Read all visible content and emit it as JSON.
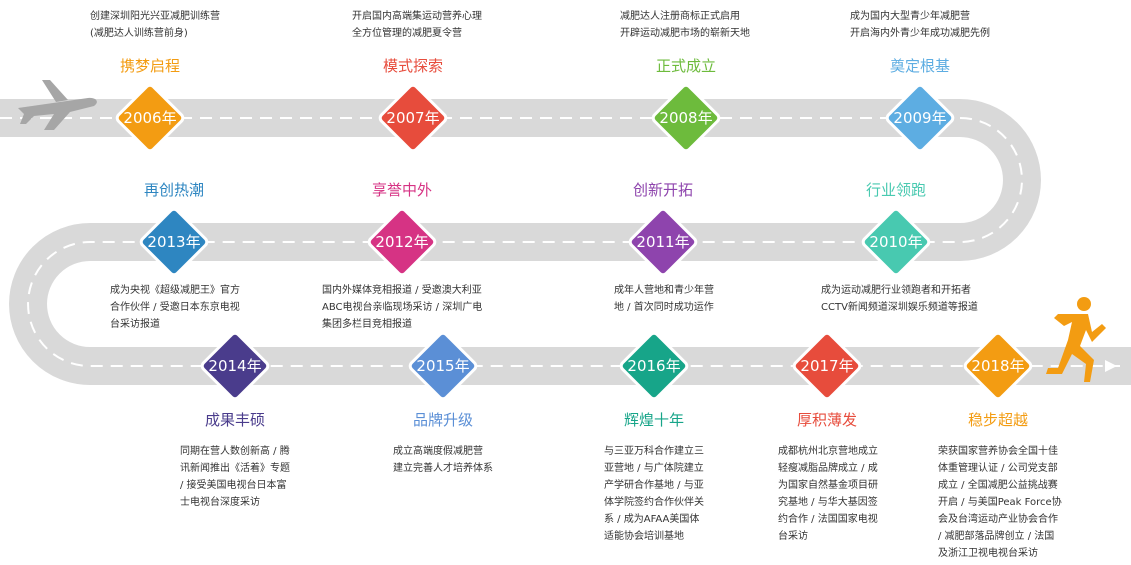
{
  "milestones": [
    {
      "year": "2006年",
      "title": "携梦启程",
      "color": "#f39c12",
      "desc": "创建深圳阳光兴亚减肥训练营\n(减肥达人训练营前身)"
    },
    {
      "year": "2007年",
      "title": "模式探索",
      "color": "#e74c3c",
      "desc": "开启国内高端集运动营养心理\n全方位管理的减肥夏令营"
    },
    {
      "year": "2008年",
      "title": "正式成立",
      "color": "#6dbb3c",
      "desc": "减肥达人注册商标正式启用\n开辟运动减肥市场的崭新天地"
    },
    {
      "year": "2009年",
      "title": "奠定根基",
      "color": "#5dade2",
      "desc": "成为国内大型青少年减肥营\n开启海内外青少年成功减肥先例"
    },
    {
      "year": "2010年",
      "title": "行业领跑",
      "color": "#48c9b0",
      "desc": "成为运动减肥行业领跑者和开拓者\nCCTV新闻频道深圳娱乐频道等报道"
    },
    {
      "year": "2011年",
      "title": "创新开拓",
      "color": "#8e44ad",
      "desc": "成年人营地和青少年营\n地 / 首次同时成功运作"
    },
    {
      "year": "2012年",
      "title": "享誉中外",
      "color": "#d63384",
      "desc": "国内外媒体竞相报道 / 受邀澳大利亚\nABC电视台亲临现场采访 / 深圳广电\n集团多栏目竞相报道"
    },
    {
      "year": "2013年",
      "title": "再创热潮",
      "color": "#2e86c1",
      "desc": "成为央视《超级减肥王》官方\n合作伙伴 / 受邀日本东京电视\n台采访报道"
    },
    {
      "year": "2014年",
      "title": "成果丰硕",
      "color": "#4a3c8c",
      "desc": "同期在营人数创新高 / 腾\n讯新闻推出《活着》专题\n/ 接受美国电视台日本富\n士电视台深度采访"
    },
    {
      "year": "2015年",
      "title": "品牌升级",
      "color": "#5b8fd6",
      "desc": "成立高端度假减肥营\n建立完善人才培养体系"
    },
    {
      "year": "2016年",
      "title": "辉煌十年",
      "color": "#17a589",
      "desc": "与三亚万科合作建立三\n亚营地 / 与广体院建立\n产学研合作基地 / 与亚\n体学院签约合作伙伴关\n系 / 成为AFAA美国体\n适能协会培训基地"
    },
    {
      "year": "2017年",
      "title": "厚积薄发",
      "color": "#e74c3c",
      "desc": "成都杭州北京营地成立\n轻瘦减脂品牌成立 / 成\n为国家自然基金项目研\n究基地 / 与华大基因签\n约合作 / 法国国家电视\n台采访"
    },
    {
      "year": "2018年",
      "title": "稳步超越",
      "color": "#f39c12",
      "desc": "荣获国家营养协会全国十佳\n体重管理认证 / 公司党支部\n成立 / 全国减肥公益挑战赛\n开启 / 与美国Peak Force协\n会及台湾运动产业协会合作\n/ 减肥部落品牌创立 / 法国\n及浙江卫视电视台采访"
    }
  ],
  "colors": {
    "road": "#d9d9d9",
    "dash": "#ffffff",
    "plane": "#a6a6a6",
    "runner": "#f39c12"
  },
  "icons": {
    "start": "airplane-icon",
    "end": "runner-icon",
    "finish": "arrow-right-icon"
  }
}
